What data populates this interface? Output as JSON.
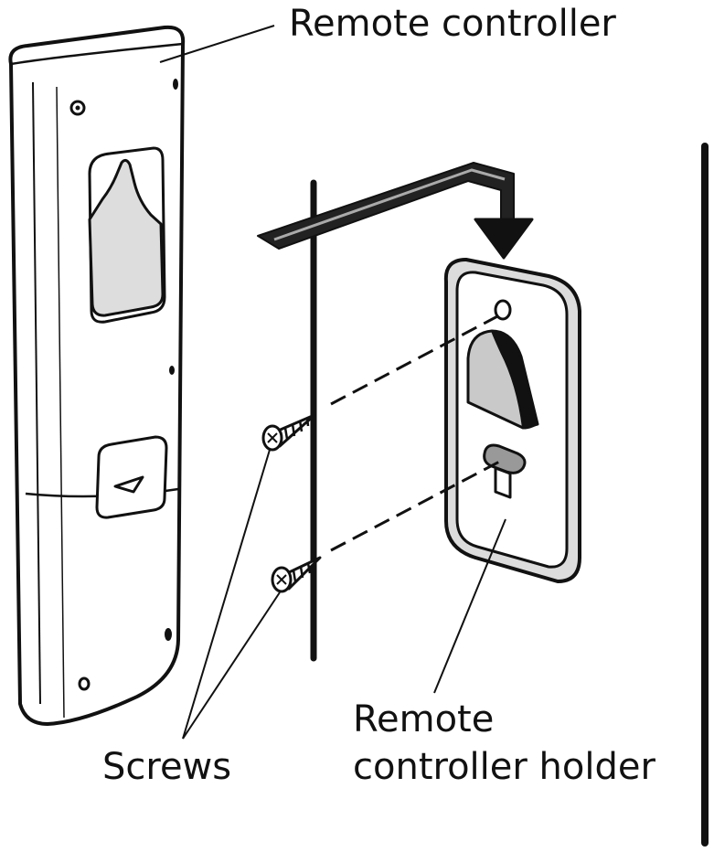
{
  "labels": {
    "remote_controller": "Remote controller",
    "holder_line1": "Remote",
    "holder_line2": "controller holder",
    "screws": "Screws"
  },
  "colors": {
    "outline": "#111111",
    "body_fill": "#ffffff",
    "shade_fill": "#d9d9d9",
    "dark_fill": "#9a9a9a"
  }
}
